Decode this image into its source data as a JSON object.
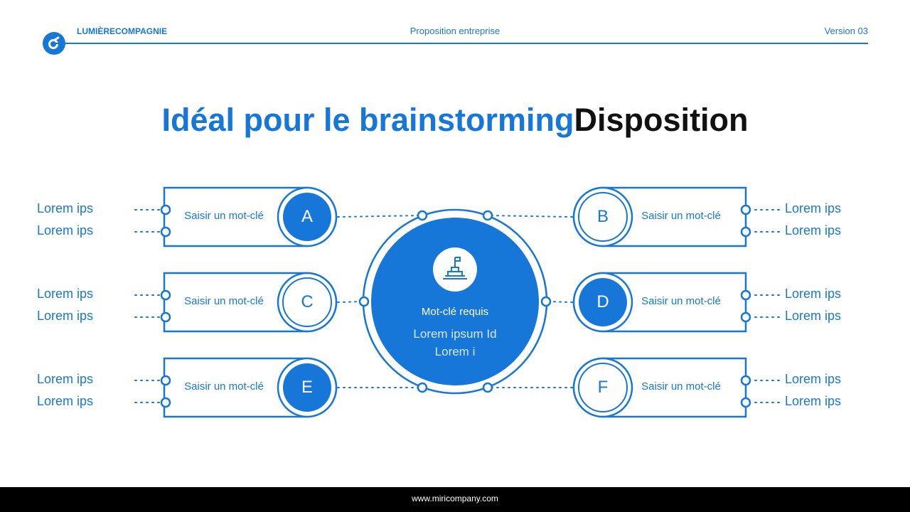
{
  "header": {
    "brand": "LUMIÈRECOMPAGNIE",
    "doc_title": "Proposition entreprise",
    "version": "Version 03"
  },
  "title": {
    "accent": "Idéal pour le brainstorming",
    "dark": "Disposition"
  },
  "center": {
    "icon": "flag-pyramid-icon",
    "title": "Mot-clé requis",
    "body_line1": "Lorem ipsum Id",
    "body_line2": "Lorem i"
  },
  "nodes": [
    {
      "letter": "A",
      "keyword": "Saisir un mot-clé",
      "side": "left",
      "filled": true,
      "labels": [
        "Lorem ips",
        "Lorem ips"
      ]
    },
    {
      "letter": "B",
      "keyword": "Saisir un mot-clé",
      "side": "right",
      "filled": false,
      "labels": [
        "Lorem ips",
        "Lorem ips"
      ]
    },
    {
      "letter": "C",
      "keyword": "Saisir un mot-clé",
      "side": "left",
      "filled": false,
      "labels": [
        "Lorem ips",
        "Lorem ips"
      ]
    },
    {
      "letter": "D",
      "keyword": "Saisir un mot-clé",
      "side": "right",
      "filled": true,
      "labels": [
        "Lorem ips",
        "Lorem ips"
      ]
    },
    {
      "letter": "E",
      "keyword": "Saisir un mot-clé",
      "side": "left",
      "filled": true,
      "labels": [
        "Lorem ips",
        "Lorem ips"
      ]
    },
    {
      "letter": "F",
      "keyword": "Saisir un mot-clé",
      "side": "right",
      "filled": false,
      "labels": [
        "Lorem ips",
        "Lorem ips"
      ]
    }
  ],
  "footer": {
    "url": "www.miricompany.com"
  },
  "colors": {
    "primary": "#1677d9",
    "dark": "#111111",
    "footer_bg": "#000000"
  }
}
